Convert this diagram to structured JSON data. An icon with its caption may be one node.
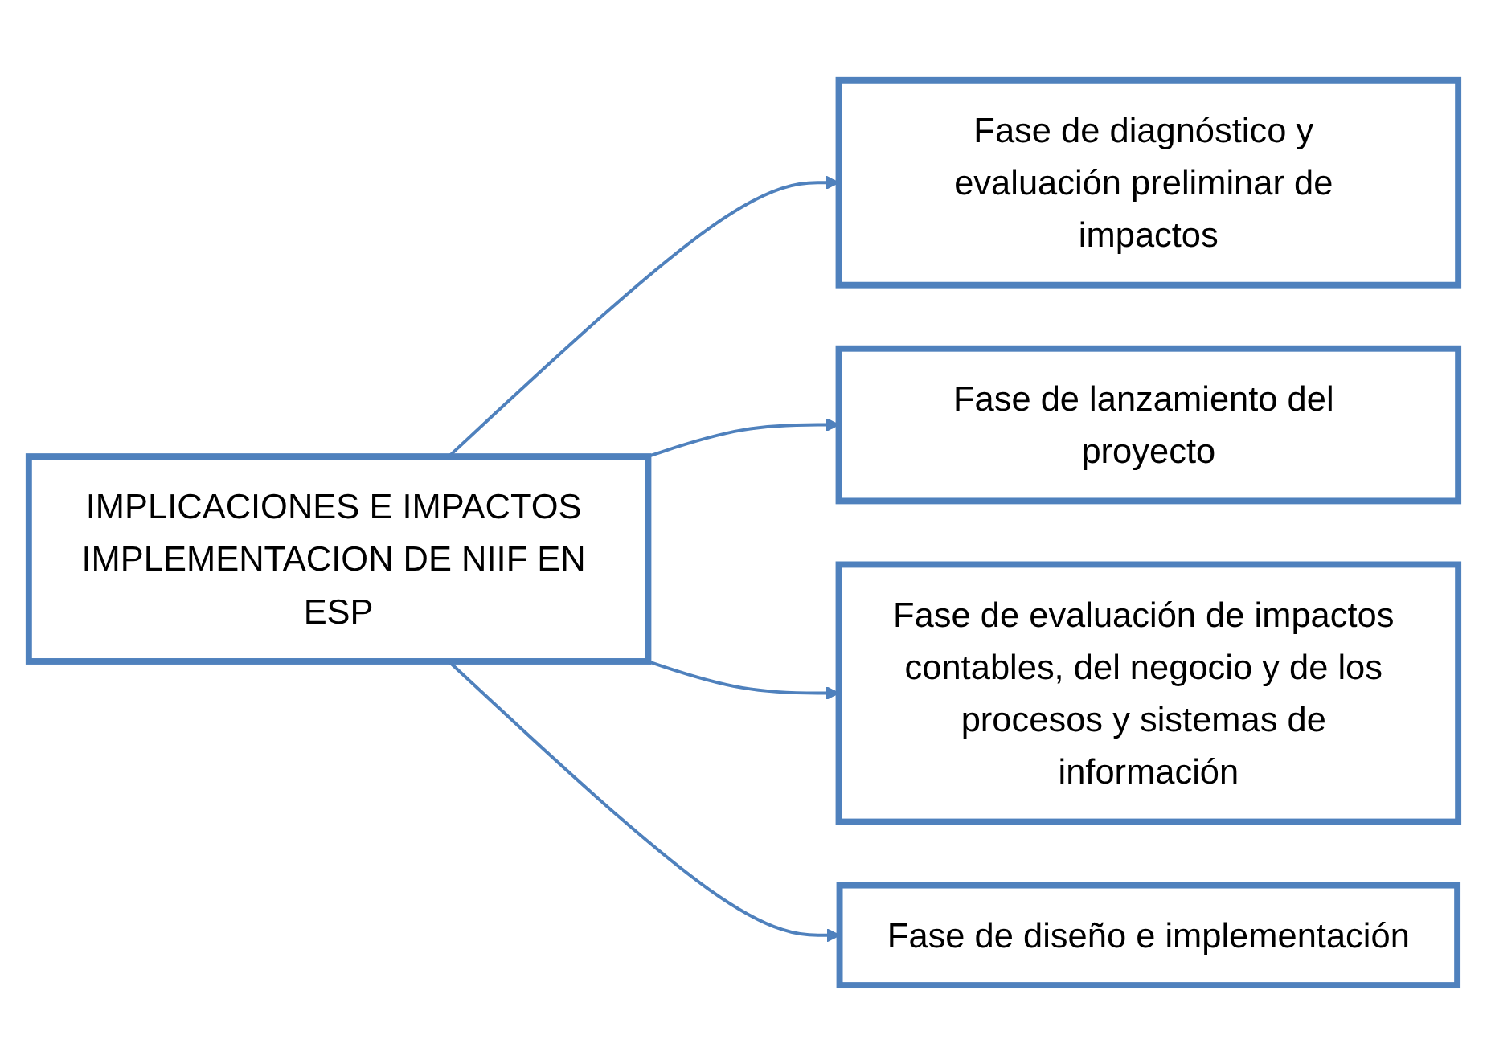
{
  "diagram": {
    "nodes": [
      {
        "text": [
          "IMPLICACIONES E IMPACTOS IMPLEMENTACION DE NIIF EN ESP"
        ]
      },
      {
        "text": [
          "Fase de diagnóstico y evaluación preliminar de impactos"
        ]
      },
      {
        "text": [
          "Fase de lanzamiento del proyecto"
        ]
      },
      {
        "text": [
          "Fase de evaluación de impactos contables, del negocio y de los procesos y sistemas de información"
        ]
      },
      {
        "text": [
          "Fase de diseño e implementación"
        ]
      }
    ],
    "edges": [
      {
        "from": 0,
        "to": 1,
        "arrow": "to"
      },
      {
        "from": 0,
        "to": 2,
        "arrow": "to"
      },
      {
        "from": 0,
        "to": 3,
        "arrow": "to"
      },
      {
        "from": 0,
        "to": 4,
        "arrow": "to"
      }
    ]
  }
}
